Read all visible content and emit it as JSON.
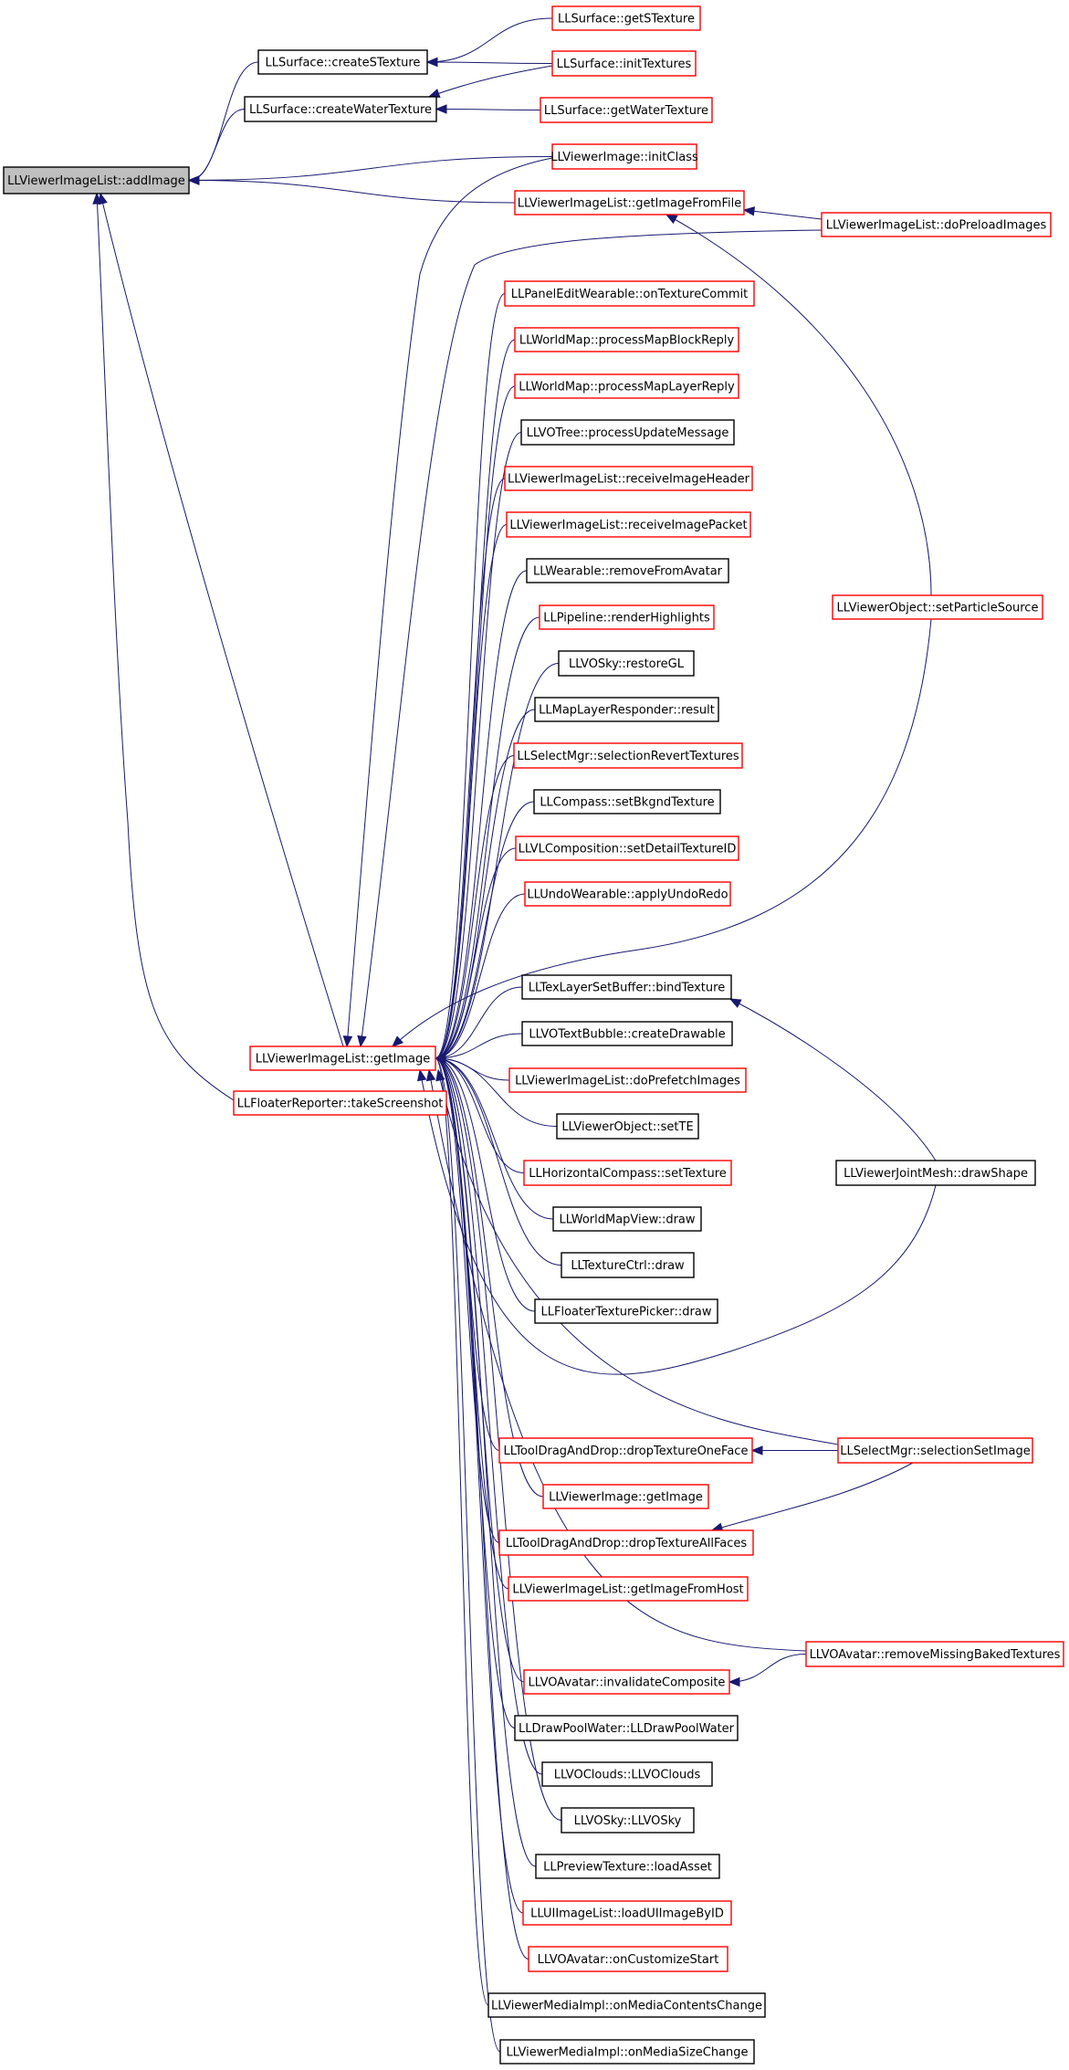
{
  "colors": {
    "edge": "#191970",
    "border_normal": "#000000",
    "border_link": "#ff0000",
    "root_fill": "#bfbfbf",
    "background": "#ffffff"
  },
  "nodes": [
    {
      "id": "addImage",
      "label": "LLViewerImageList::addImage",
      "kind": "root"
    },
    {
      "id": "createSTexture",
      "label": "LLSurface::createSTexture",
      "kind": "normal"
    },
    {
      "id": "createWaterTexture",
      "label": "LLSurface::createWaterTexture",
      "kind": "normal"
    },
    {
      "id": "getSTexture",
      "label": "LLSurface::getSTexture",
      "kind": "link"
    },
    {
      "id": "initTextures",
      "label": "LLSurface::initTextures",
      "kind": "link"
    },
    {
      "id": "getWaterTexture",
      "label": "LLSurface::getWaterTexture",
      "kind": "link"
    },
    {
      "id": "initClass",
      "label": "LLViewerImage::initClass",
      "kind": "link"
    },
    {
      "id": "getImageFromFile",
      "label": "LLViewerImageList::getImageFromFile",
      "kind": "link"
    },
    {
      "id": "doPreloadImages",
      "label": "LLViewerImageList::doPreloadImages",
      "kind": "link"
    },
    {
      "id": "onTextureCommit",
      "label": "LLPanelEditWearable::onTextureCommit",
      "kind": "link"
    },
    {
      "id": "processMapBlockReply",
      "label": "LLWorldMap::processMapBlockReply",
      "kind": "link"
    },
    {
      "id": "processMapLayerReply",
      "label": "LLWorldMap::processMapLayerReply",
      "kind": "link"
    },
    {
      "id": "processUpdateMessage",
      "label": "LLVOTree::processUpdateMessage",
      "kind": "normal"
    },
    {
      "id": "receiveImageHeader",
      "label": "LLViewerImageList::receiveImageHeader",
      "kind": "link"
    },
    {
      "id": "receiveImagePacket",
      "label": "LLViewerImageList::receiveImagePacket",
      "kind": "link"
    },
    {
      "id": "removeFromAvatar",
      "label": "LLWearable::removeFromAvatar",
      "kind": "normal"
    },
    {
      "id": "renderHighlights",
      "label": "LLPipeline::renderHighlights",
      "kind": "link"
    },
    {
      "id": "restoreGL",
      "label": "LLVOSky::restoreGL",
      "kind": "normal"
    },
    {
      "id": "result",
      "label": "LLMapLayerResponder::result",
      "kind": "normal"
    },
    {
      "id": "selectionRevertTextures",
      "label": "LLSelectMgr::selectionRevertTextures",
      "kind": "link"
    },
    {
      "id": "setBkgndTexture",
      "label": "LLCompass::setBkgndTexture",
      "kind": "normal"
    },
    {
      "id": "setDetailTextureID",
      "label": "LLVLComposition::setDetailTextureID",
      "kind": "link"
    },
    {
      "id": "applyUndoRedo",
      "label": "LLUndoWearable::applyUndoRedo",
      "kind": "link"
    },
    {
      "id": "setParticleSource",
      "label": "LLViewerObject::setParticleSource",
      "kind": "link"
    },
    {
      "id": "bindTexture",
      "label": "LLTexLayerSetBuffer::bindTexture",
      "kind": "normal"
    },
    {
      "id": "getImage",
      "label": "LLViewerImageList::getImage",
      "kind": "link"
    },
    {
      "id": "createDrawable",
      "label": "LLVOTextBubble::createDrawable",
      "kind": "normal"
    },
    {
      "id": "takeScreenshot",
      "label": "LLFloaterReporter::takeScreenshot",
      "kind": "link"
    },
    {
      "id": "doPrefetchImages",
      "label": "LLViewerImageList::doPrefetchImages",
      "kind": "link"
    },
    {
      "id": "setTE",
      "label": "LLViewerObject::setTE",
      "kind": "normal"
    },
    {
      "id": "setTexture",
      "label": "LLHorizontalCompass::setTexture",
      "kind": "link"
    },
    {
      "id": "drawShape",
      "label": "LLViewerJointMesh::drawShape",
      "kind": "normal"
    },
    {
      "id": "worldMapDraw",
      "label": "LLWorldMapView::draw",
      "kind": "normal"
    },
    {
      "id": "textureCtrlDraw",
      "label": "LLTextureCtrl::draw",
      "kind": "normal"
    },
    {
      "id": "texturePickerDraw",
      "label": "LLFloaterTexturePicker::draw",
      "kind": "normal"
    },
    {
      "id": "dropTextureOneFace",
      "label": "LLToolDragAndDrop::dropTextureOneFace",
      "kind": "link"
    },
    {
      "id": "selectionSetImage",
      "label": "LLSelectMgr::selectionSetImage",
      "kind": "link"
    },
    {
      "id": "viewerImageGetImage",
      "label": "LLViewerImage::getImage",
      "kind": "link"
    },
    {
      "id": "dropTextureAllFaces",
      "label": "LLToolDragAndDrop::dropTextureAllFaces",
      "kind": "link"
    },
    {
      "id": "getImageFromHost",
      "label": "LLViewerImageList::getImageFromHost",
      "kind": "link"
    },
    {
      "id": "removeMissingBakedTextures",
      "label": "LLVOAvatar::removeMissingBakedTextures",
      "kind": "link"
    },
    {
      "id": "invalidateComposite",
      "label": "LLVOAvatar::invalidateComposite",
      "kind": "link"
    },
    {
      "id": "drawPoolWater",
      "label": "LLDrawPoolWater::LLDrawPoolWater",
      "kind": "normal"
    },
    {
      "id": "voClouds",
      "label": "LLVOClouds::LLVOClouds",
      "kind": "normal"
    },
    {
      "id": "voSky",
      "label": "LLVOSky::LLVOSky",
      "kind": "normal"
    },
    {
      "id": "loadAsset",
      "label": "LLPreviewTexture::loadAsset",
      "kind": "normal"
    },
    {
      "id": "loadUIImageByID",
      "label": "LLUIImageList::loadUIImageByID",
      "kind": "link"
    },
    {
      "id": "onCustomizeStart",
      "label": "LLVOAvatar::onCustomizeStart",
      "kind": "link"
    },
    {
      "id": "onMediaContentsChange",
      "label": "LLViewerMediaImpl::onMediaContentsChange",
      "kind": "normal"
    },
    {
      "id": "onMediaSizeChange",
      "label": "LLViewerMediaImpl::onMediaSizeChange",
      "kind": "normal"
    }
  ],
  "edges": [
    {
      "from": "createSTexture",
      "to": "addImage"
    },
    {
      "from": "createWaterTexture",
      "to": "addImage"
    },
    {
      "from": "initClass",
      "to": "addImage"
    },
    {
      "from": "getImageFromFile",
      "to": "addImage"
    },
    {
      "from": "getImage",
      "to": "addImage"
    },
    {
      "from": "takeScreenshot",
      "to": "addImage"
    },
    {
      "from": "getSTexture",
      "to": "createSTexture"
    },
    {
      "from": "initTextures",
      "to": "createSTexture"
    },
    {
      "from": "initTextures",
      "to": "createWaterTexture"
    },
    {
      "from": "getWaterTexture",
      "to": "createWaterTexture"
    },
    {
      "from": "doPreloadImages",
      "to": "getImageFromFile"
    },
    {
      "from": "setParticleSource",
      "to": "getImageFromFile"
    },
    {
      "from": "drawShape",
      "to": "bindTexture"
    },
    {
      "from": "selectionSetImage",
      "to": "dropTextureOneFace"
    },
    {
      "from": "selectionSetImage",
      "to": "dropTextureAllFaces"
    },
    {
      "from": "removeMissingBakedTextures",
      "to": "invalidateComposite"
    },
    {
      "from": "initClass",
      "to": "getImage"
    },
    {
      "from": "doPreloadImages",
      "to": "getImage"
    },
    {
      "from": "onTextureCommit",
      "to": "getImage"
    },
    {
      "from": "processMapBlockReply",
      "to": "getImage"
    },
    {
      "from": "processMapLayerReply",
      "to": "getImage"
    },
    {
      "from": "processUpdateMessage",
      "to": "getImage"
    },
    {
      "from": "receiveImageHeader",
      "to": "getImage"
    },
    {
      "from": "receiveImagePacket",
      "to": "getImage"
    },
    {
      "from": "removeFromAvatar",
      "to": "getImage"
    },
    {
      "from": "renderHighlights",
      "to": "getImage"
    },
    {
      "from": "restoreGL",
      "to": "getImage"
    },
    {
      "from": "result",
      "to": "getImage"
    },
    {
      "from": "selectionRevertTextures",
      "to": "getImage"
    },
    {
      "from": "setBkgndTexture",
      "to": "getImage"
    },
    {
      "from": "setDetailTextureID",
      "to": "getImage"
    },
    {
      "from": "applyUndoRedo",
      "to": "getImage"
    },
    {
      "from": "setParticleSource",
      "to": "getImage"
    },
    {
      "from": "bindTexture",
      "to": "getImage"
    },
    {
      "from": "createDrawable",
      "to": "getImage"
    },
    {
      "from": "doPrefetchImages",
      "to": "getImage"
    },
    {
      "from": "setTE",
      "to": "getImage"
    },
    {
      "from": "setTexture",
      "to": "getImage"
    },
    {
      "from": "worldMapDraw",
      "to": "getImage"
    },
    {
      "from": "textureCtrlDraw",
      "to": "getImage"
    },
    {
      "from": "texturePickerDraw",
      "to": "getImage"
    },
    {
      "from": "drawShape",
      "to": "getImage"
    },
    {
      "from": "selectionSetImage",
      "to": "getImage"
    },
    {
      "from": "dropTextureOneFace",
      "to": "getImage"
    },
    {
      "from": "viewerImageGetImage",
      "to": "getImage"
    },
    {
      "from": "dropTextureAllFaces",
      "to": "getImage"
    },
    {
      "from": "getImageFromHost",
      "to": "getImage"
    },
    {
      "from": "removeMissingBakedTextures",
      "to": "getImage"
    },
    {
      "from": "invalidateComposite",
      "to": "getImage"
    },
    {
      "from": "drawPoolWater",
      "to": "getImage"
    },
    {
      "from": "voClouds",
      "to": "getImage"
    },
    {
      "from": "voSky",
      "to": "getImage"
    },
    {
      "from": "loadAsset",
      "to": "getImage"
    },
    {
      "from": "loadUIImageByID",
      "to": "getImage"
    },
    {
      "from": "onCustomizeStart",
      "to": "getImage"
    },
    {
      "from": "onMediaContentsChange",
      "to": "getImage"
    },
    {
      "from": "onMediaSizeChange",
      "to": "getImage"
    }
  ]
}
